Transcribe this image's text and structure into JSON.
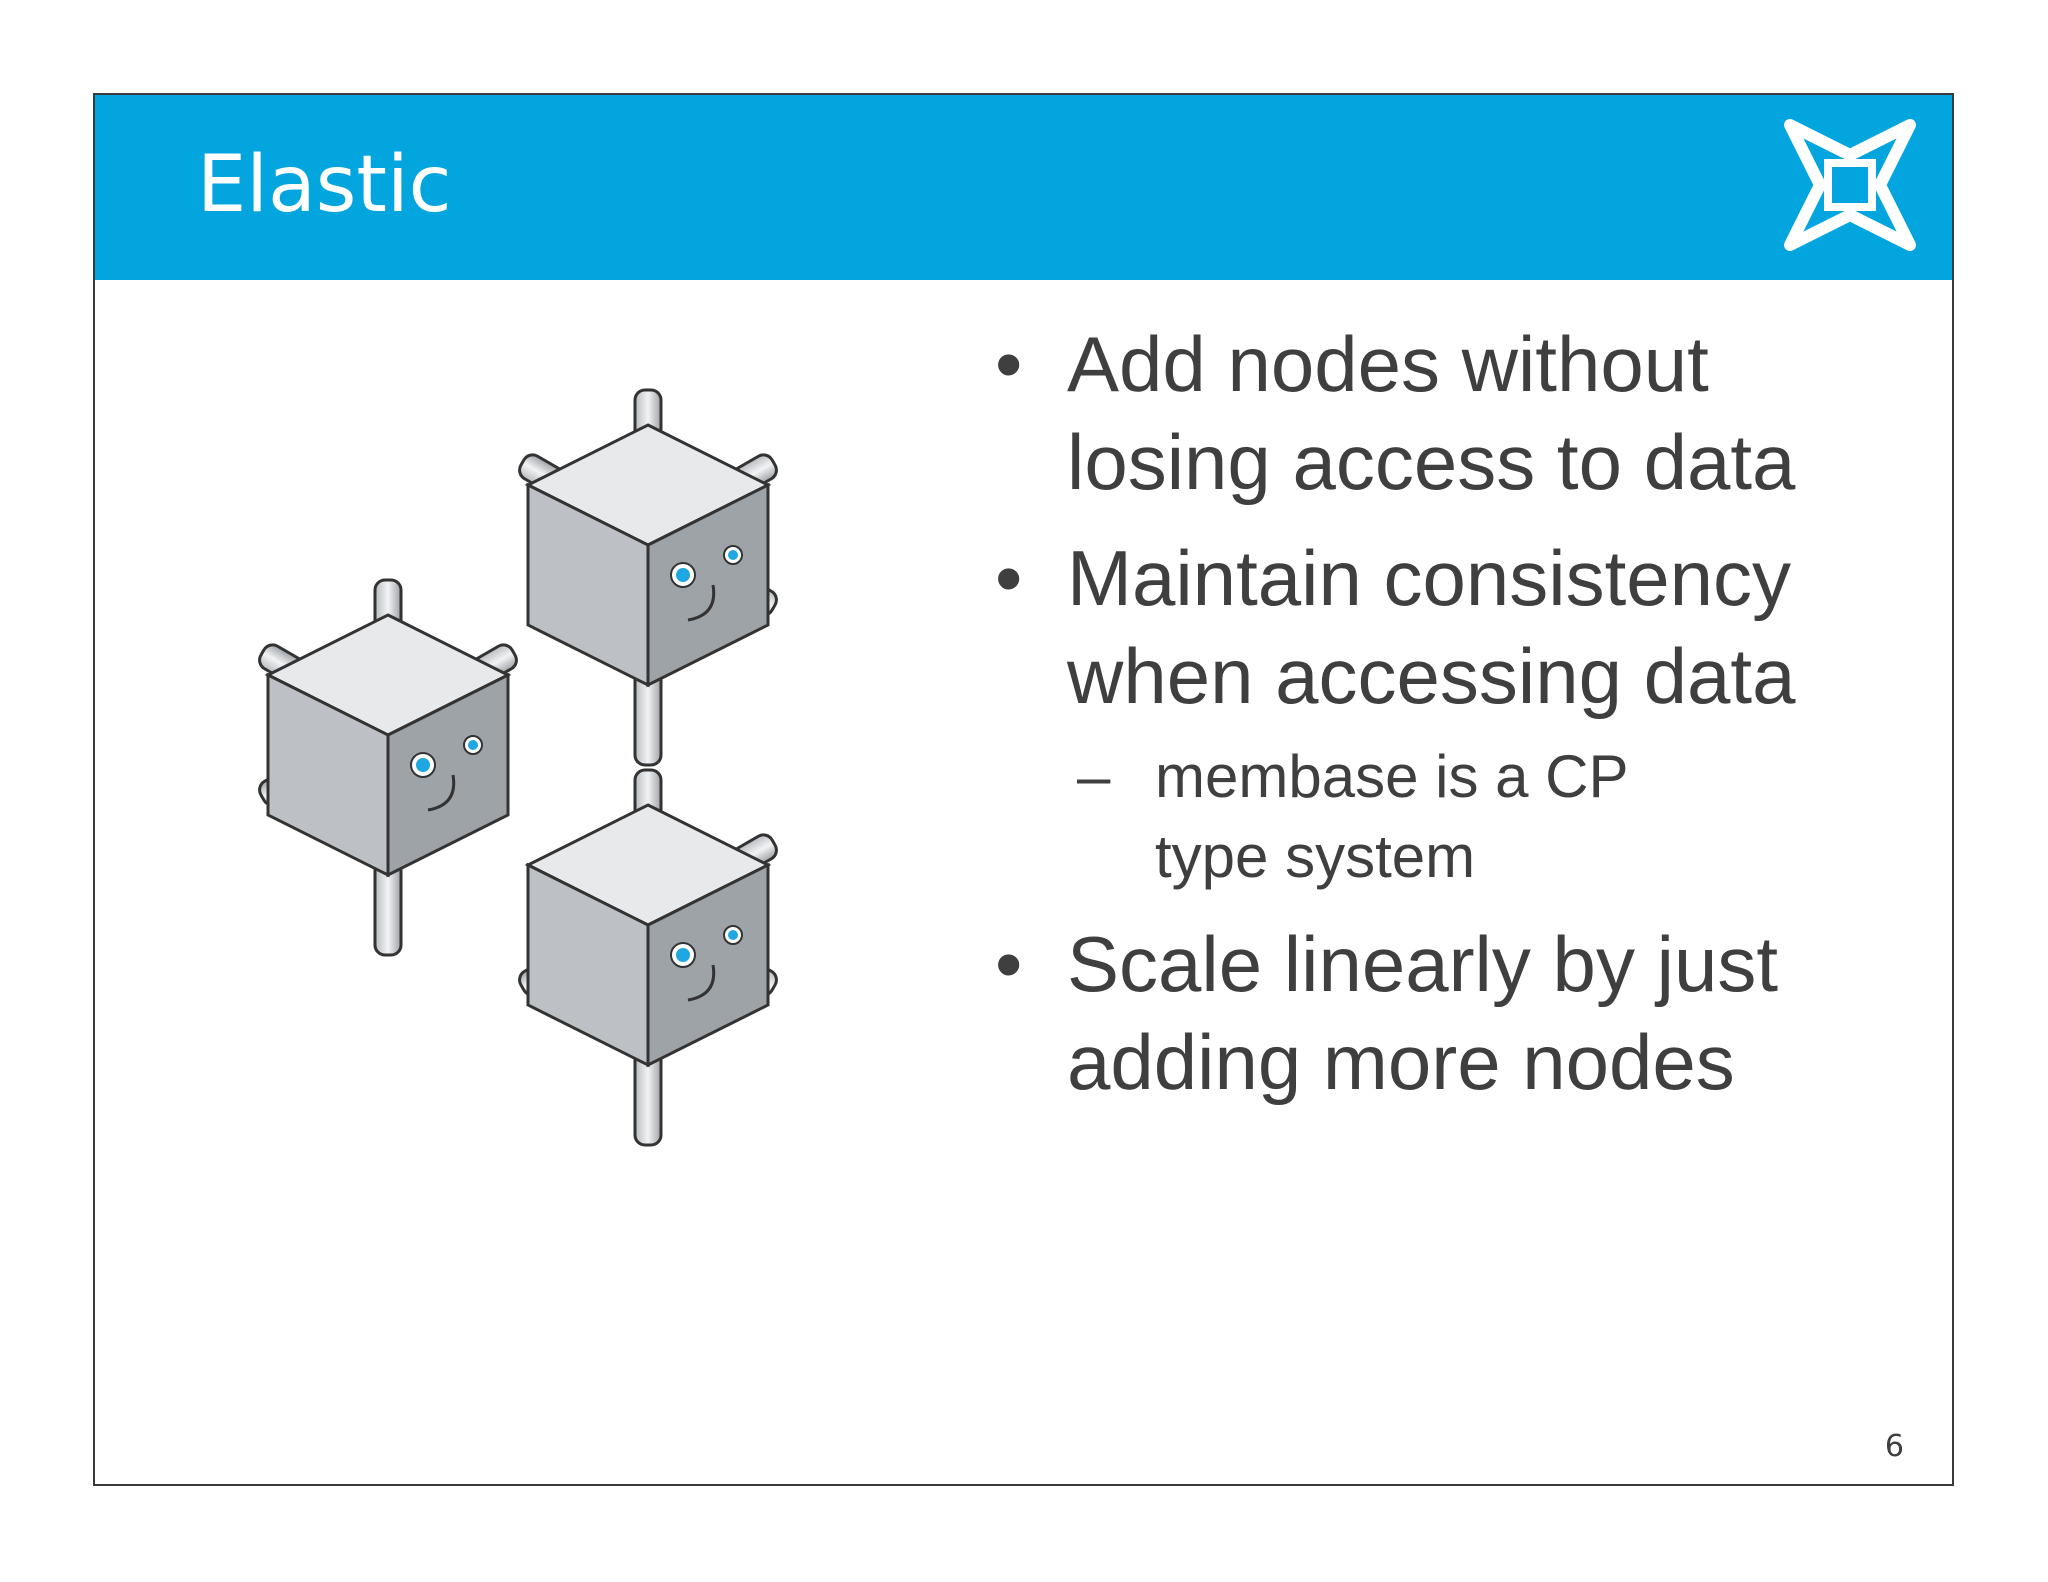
{
  "slide": {
    "title": "Elastic",
    "page_number": "6",
    "header_color": "#03a5df",
    "text_color": "#3f3f3f"
  },
  "logo": {
    "icon": "four-point-star-icon",
    "color": "#ffffff"
  },
  "illustration": {
    "icon": "connected-node-cubes-icon",
    "description_name": "three-connected-cube-nodes"
  },
  "bullets": [
    {
      "bullet_symbol": "•",
      "line1": "Add nodes without",
      "line2": "losing access to data"
    },
    {
      "bullet_symbol": "•",
      "line1": "Maintain consistency",
      "line2": "when accessing data",
      "sub": {
        "dash": "–",
        "line1": "membase is a CP",
        "line2": "type system"
      }
    },
    {
      "bullet_symbol": "•",
      "line1": "Scale linearly by just",
      "line2": "adding more nodes"
    }
  ]
}
